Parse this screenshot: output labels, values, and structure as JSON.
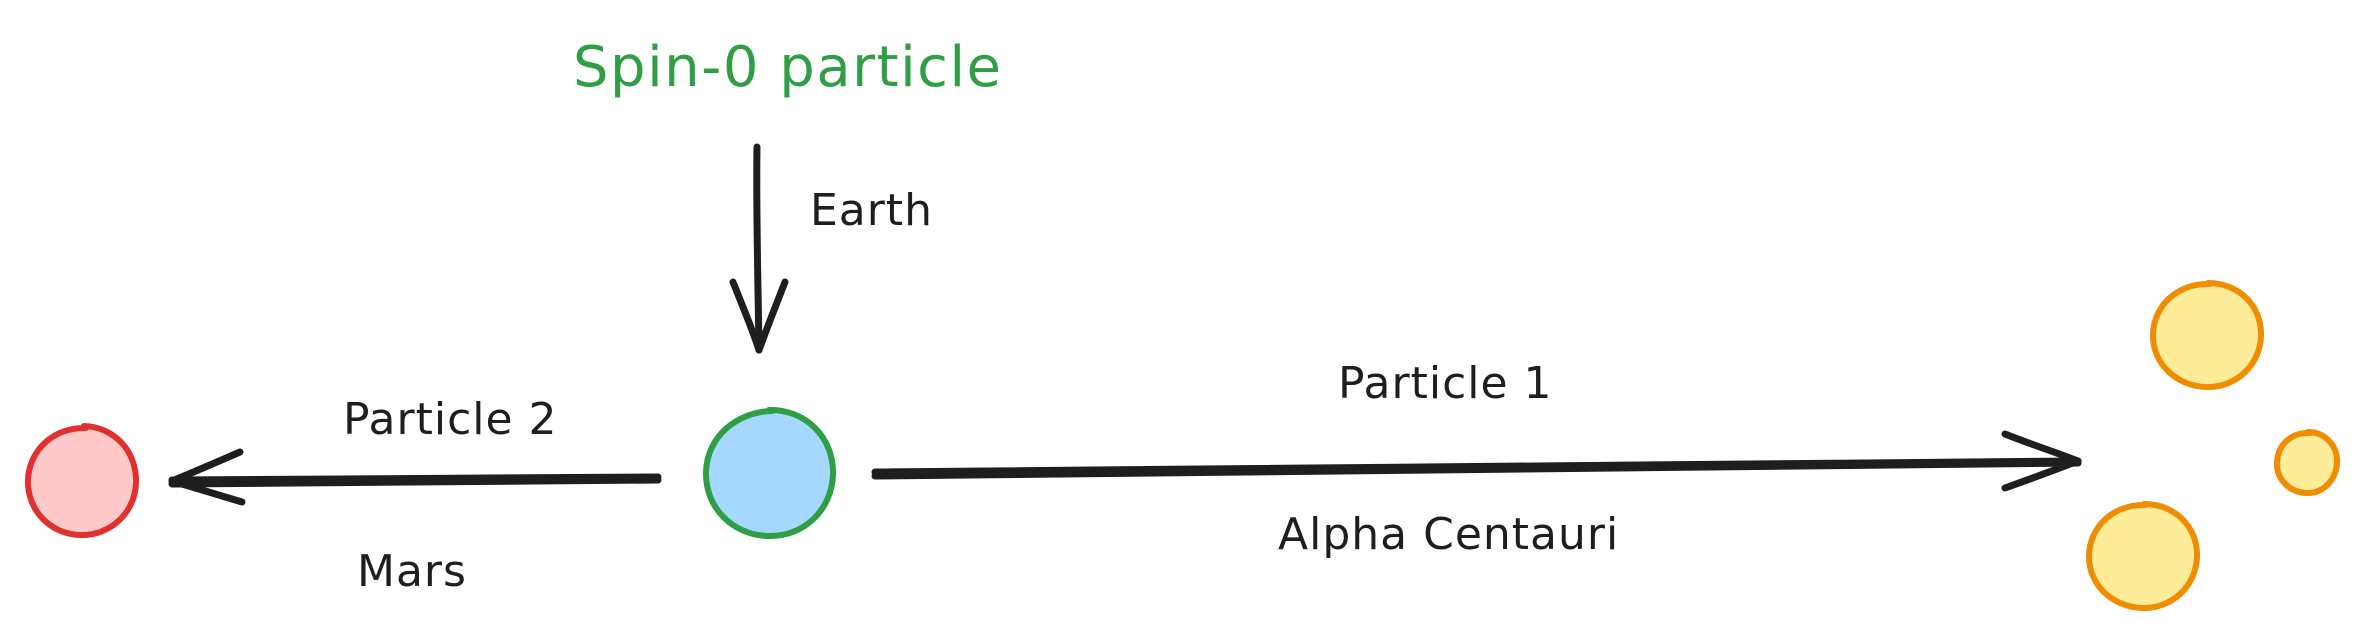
{
  "diagram": {
    "title": "Spin-0 particle",
    "origin_label": "Earth",
    "right_arrow_label": "Particle 1",
    "right_destination_label": "Alpha Centauri",
    "left_arrow_label": "Particle 2",
    "left_destination_label": "Mars"
  },
  "colors": {
    "ink": "#1e1e1e",
    "title": "#2f9e44",
    "source_fill": "#a5d8ff",
    "source_stroke": "#2f9e44",
    "mars_fill": "#ffc9c9",
    "mars_stroke": "#e03131",
    "star_fill": "#ffec99",
    "star_stroke": "#f08c00"
  },
  "icons": {
    "source": "particle-source-circle",
    "mars": "mars-planet-circle",
    "alpha_centauri": "alpha-centauri-star-cluster"
  }
}
